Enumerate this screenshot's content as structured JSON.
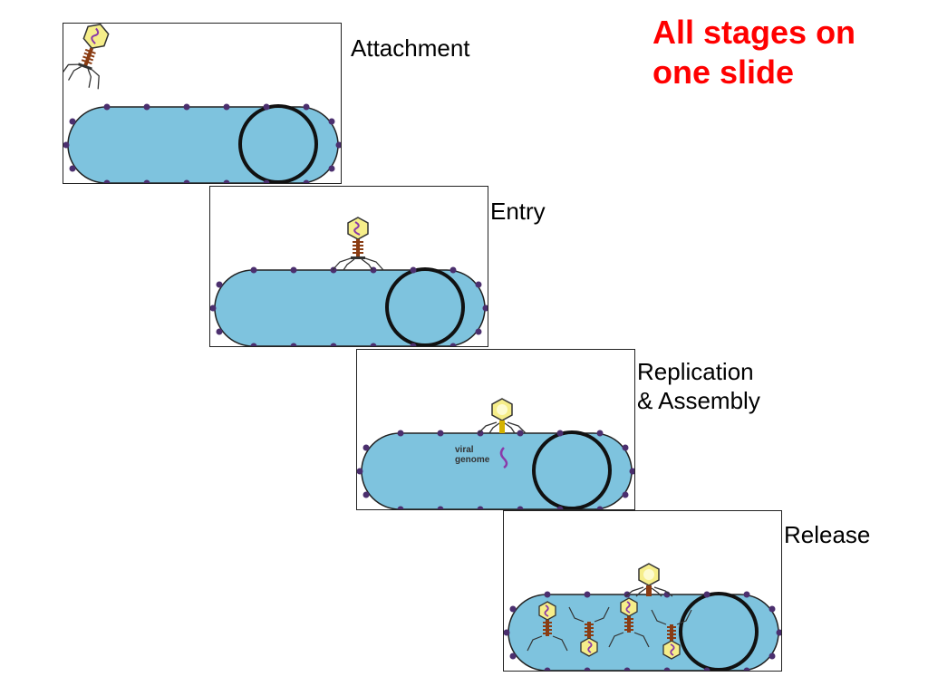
{
  "note": {
    "line1": "All stages on",
    "line2": "one slide"
  },
  "stages": [
    {
      "label_lines": [
        "Attachment"
      ]
    },
    {
      "label_lines": [
        "Entry"
      ]
    },
    {
      "label_lines": [
        "Replication",
        "& Assembly"
      ]
    },
    {
      "label_lines": [
        "Release"
      ]
    }
  ],
  "replication_panel": {
    "genome_line1": "viral",
    "genome_line2": "genome"
  },
  "colors": {
    "cell_fill": "#7ec3de",
    "dot": "#4b2f6e",
    "capsid": "#f6ee8a",
    "tail": "#8a3c13",
    "dna": "#8a3aa8",
    "note": "#ff0000"
  }
}
